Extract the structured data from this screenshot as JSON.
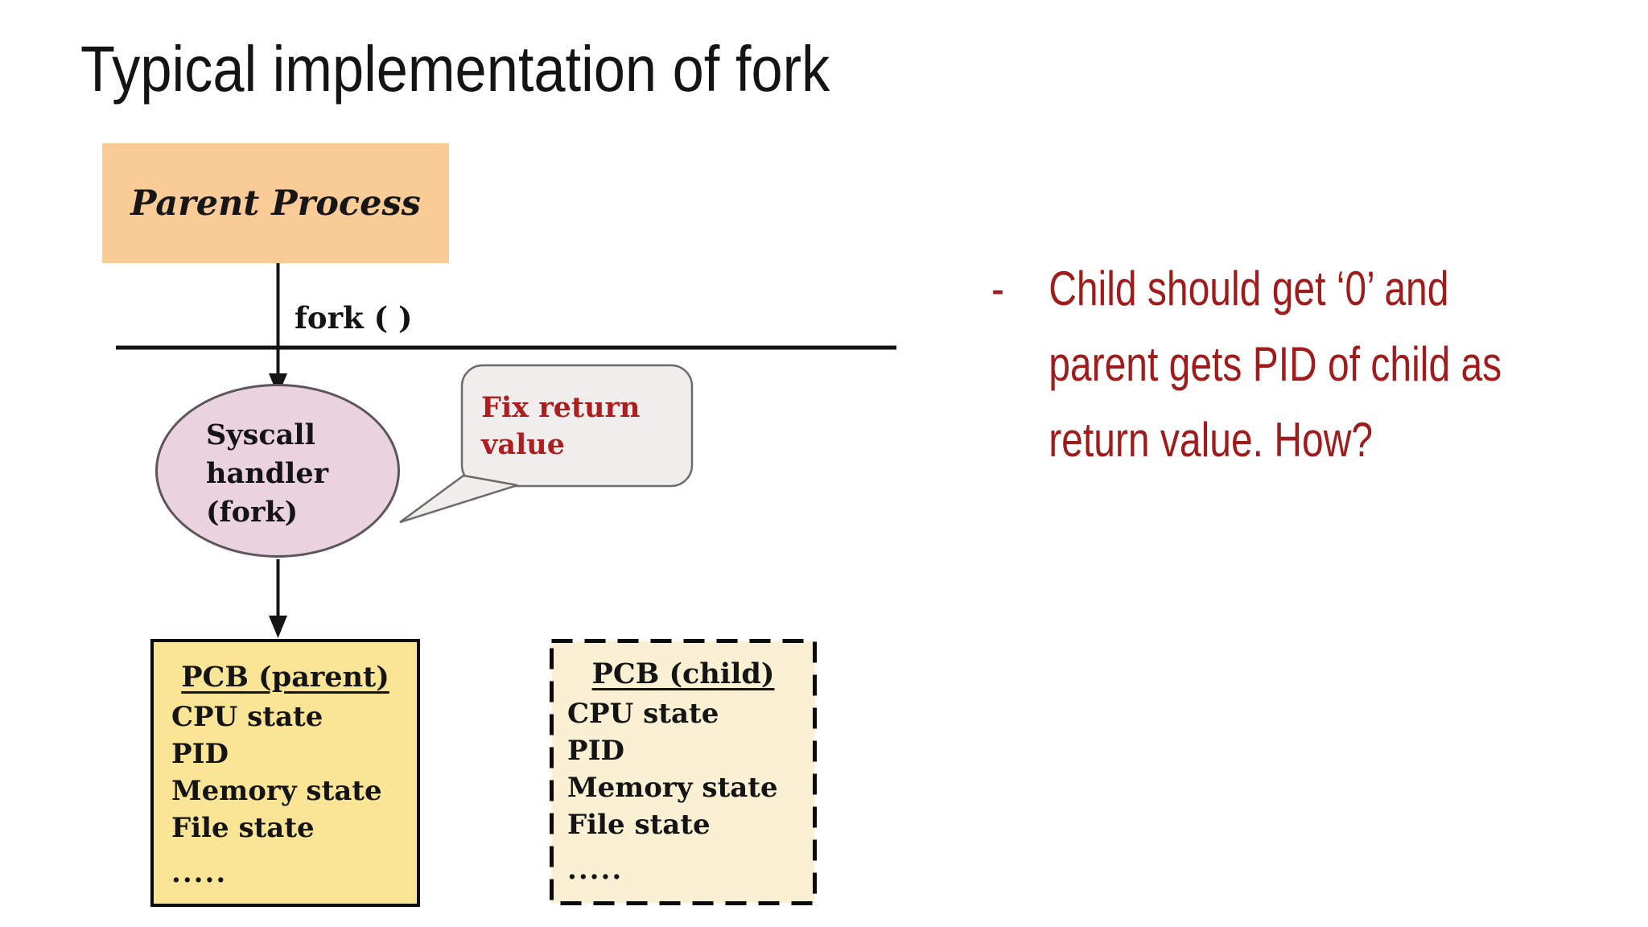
{
  "slide": {
    "title": "Typical implementation of fork"
  },
  "diagram": {
    "parent_box": {
      "label": "Parent Process"
    },
    "fork_label": "fork ( )",
    "syscall_ellipse": {
      "lines": [
        "Syscall",
        "handler",
        "(fork)"
      ]
    },
    "bubble": {
      "lines": [
        "Fix return",
        "value"
      ]
    },
    "pcb_parent": {
      "title": "PCB (parent)",
      "items": [
        "CPU state",
        "PID",
        "Memory state",
        "File state",
        "....."
      ]
    },
    "pcb_child": {
      "title": "PCB (child)",
      "items": [
        "CPU state",
        "PID",
        "Memory state",
        "File state",
        "....."
      ]
    }
  },
  "note": {
    "bullet": "-",
    "lines": [
      "Child should get ‘0’ and",
      "parent gets PID of child as",
      "return value. How?"
    ]
  },
  "colors": {
    "parent_box_fill": "#F8CB97",
    "ellipse_fill": "#EAD2DE",
    "ellipse_border": "#5C565C",
    "bubble_fill": "#EFEEED",
    "bubble_border": "#6B6B6B",
    "pcb_parent_fill": "#FAE496",
    "pcb_child_fill": "#FAF0D3",
    "box_border_black": "#0A0A0A",
    "line_black": "#141414",
    "bubble_text_red": "#AE1E20",
    "note_text_red": "#A01C1C"
  }
}
